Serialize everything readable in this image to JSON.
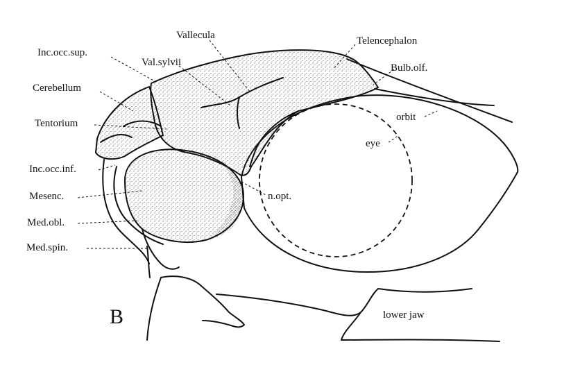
{
  "figure": {
    "panel_letter": "B",
    "labels": {
      "vallecula": "Vallecula",
      "telencephalon": "Telencephalon",
      "inc_occ_sup": "Inc.occ.sup.",
      "val_sylvii": "Val.sylvii",
      "bulb_olf": "Bulb.olf.",
      "cerebellum": "Cerebellum",
      "orbit": "orbit",
      "tentorium": "Tentorium",
      "eye": "eye",
      "inc_occ_inf": "Inc.occ.inf.",
      "mesenc": "Mesenc.",
      "n_opt": "n.opt.",
      "med_obl": "Med.obl.",
      "med_spin": "Med.spin.",
      "lower_jaw": "lower jaw"
    }
  }
}
